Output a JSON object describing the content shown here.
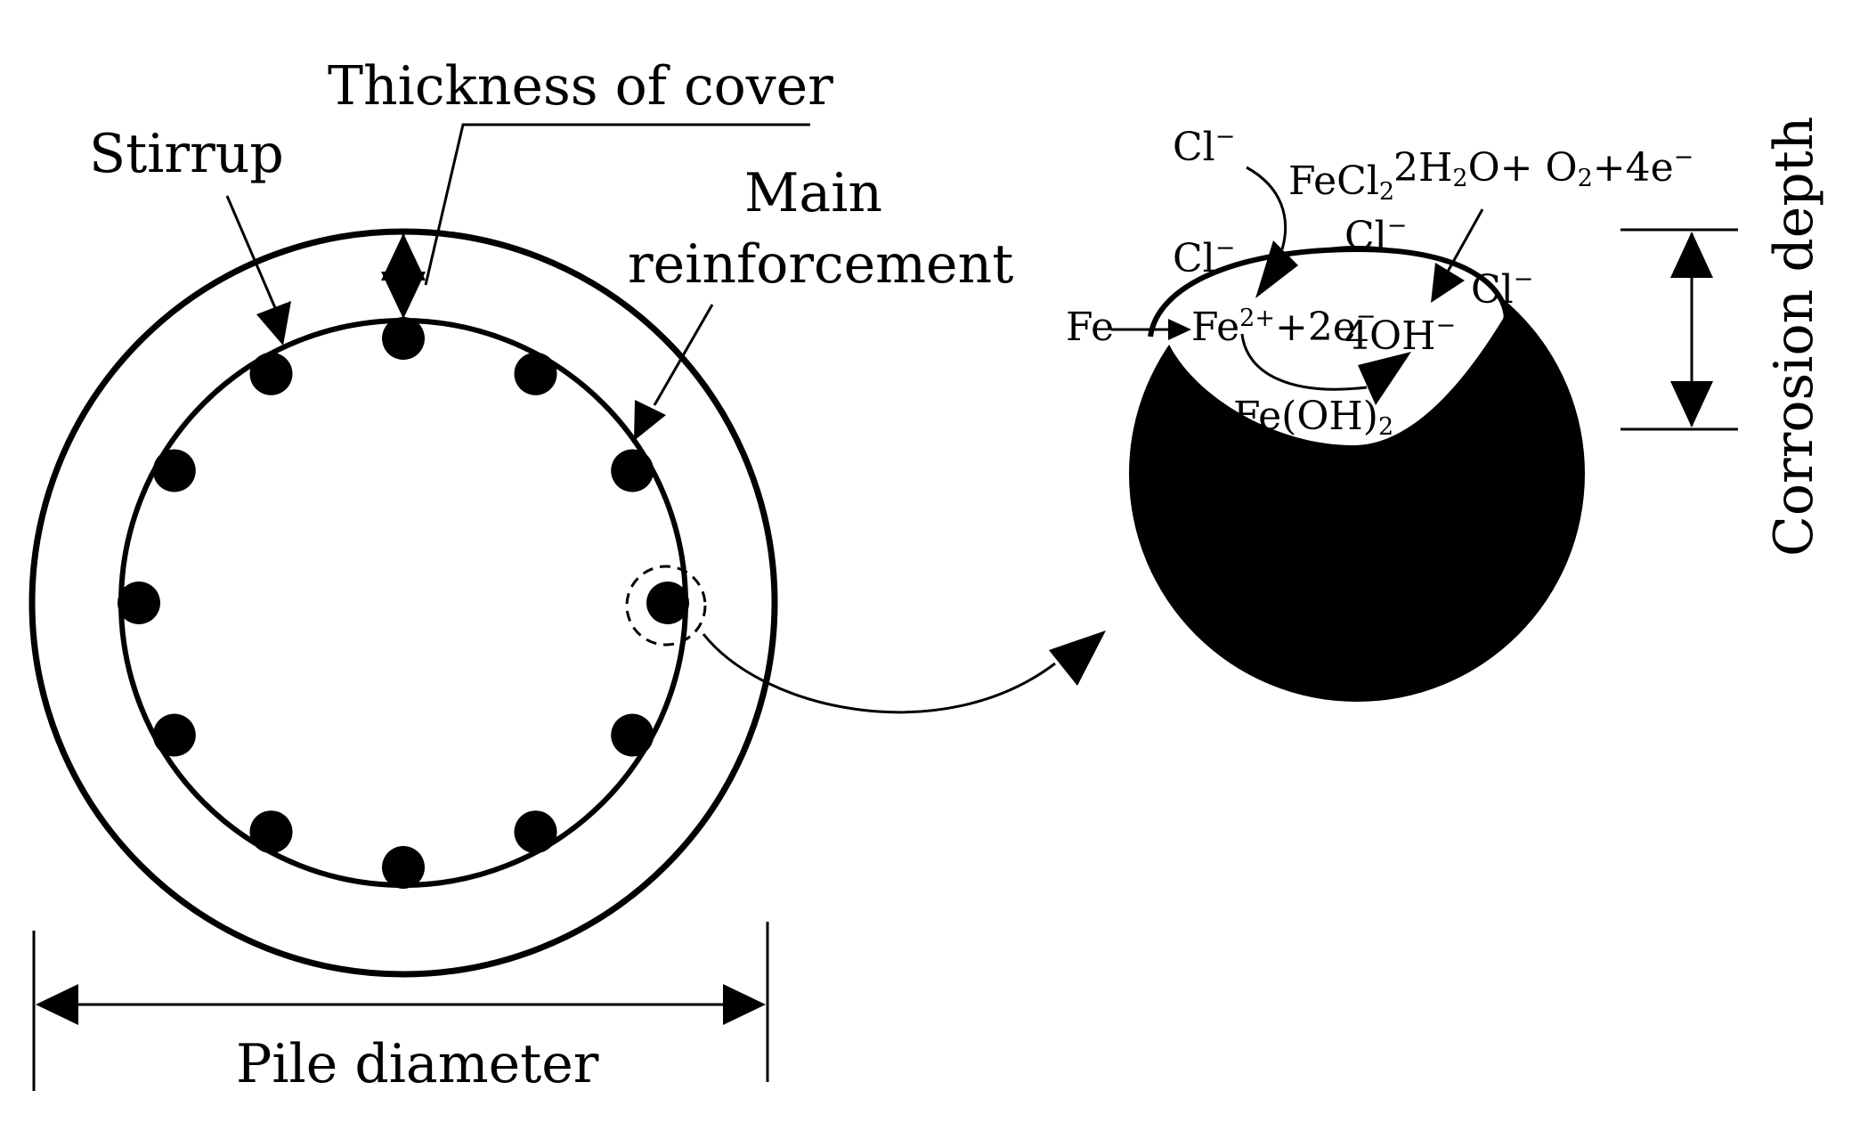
{
  "left_section": {
    "labels": {
      "thickness_of_cover": "Thickness of cover",
      "stirrup": "Stirrup",
      "main_line1": "Main",
      "main_line2": "reinforcement",
      "pile_diameter": "Pile diameter"
    },
    "rebar_count": 12
  },
  "right_section": {
    "labels": {
      "corrosion_depth": "Corrosion depth",
      "cl_top": "Cl",
      "cl_left": "Cl",
      "cl_mid": "Cl",
      "cl_right": "Cl",
      "minus": "−",
      "fecl2_base": "FeCl",
      "sub_2": "2",
      "water_coef": "2H",
      "water_o": "O+ O",
      "four_e": "+4e",
      "fe": "Fe",
      "fe_ion_base": "Fe",
      "fe_ion_charge": "2+",
      "plus_2e": "+2e",
      "four_oh": "4OH",
      "feoh2_base": "Fe(OH)"
    }
  },
  "colors": {
    "ink": "#000000",
    "background": "#ffffff"
  }
}
